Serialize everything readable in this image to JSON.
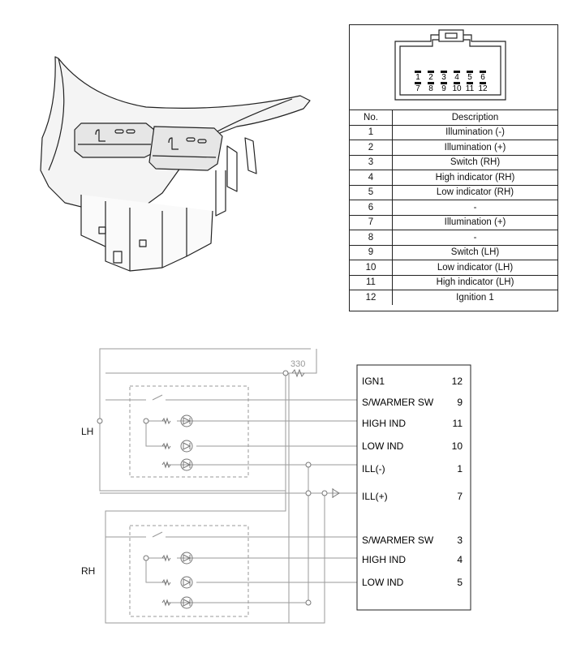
{
  "pin_table": {
    "header_no": "No.",
    "header_description": "Description",
    "rows": [
      {
        "no": "1",
        "description": "Illumination (-)"
      },
      {
        "no": "2",
        "description": "Illumination (+)"
      },
      {
        "no": "3",
        "description": "Switch (RH)"
      },
      {
        "no": "4",
        "description": "High indicator (RH)"
      },
      {
        "no": "5",
        "description": "Low indicator (RH)"
      },
      {
        "no": "6",
        "description": "-"
      },
      {
        "no": "7",
        "description": "Illumination (+)"
      },
      {
        "no": "8",
        "description": "-"
      },
      {
        "no": "9",
        "description": "Switch (LH)"
      },
      {
        "no": "10",
        "description": "Low indicator (LH)"
      },
      {
        "no": "11",
        "description": "High indicator (LH)"
      },
      {
        "no": "12",
        "description": "Ignition 1"
      }
    ]
  },
  "connector": {
    "top_row_pins": [
      "1",
      "2",
      "3",
      "4",
      "5",
      "6"
    ],
    "bottom_row_pins": [
      "7",
      "8",
      "9",
      "10",
      "11",
      "12"
    ]
  },
  "schematic": {
    "resistor_value": "330",
    "group_labels": {
      "lh": "LH",
      "rh": "RH"
    },
    "terminals": [
      {
        "name": "IGN1",
        "pin": "12"
      },
      {
        "name": "S/WARMER SW",
        "pin": "9"
      },
      {
        "name": "HIGH IND",
        "pin": "11"
      },
      {
        "name": "LOW IND",
        "pin": "10"
      },
      {
        "name": "ILL(-)",
        "pin": "1"
      },
      {
        "name": "ILL(+)",
        "pin": "7"
      },
      {
        "name": "S/WARMER SW",
        "pin": "3"
      },
      {
        "name": "HIGH IND",
        "pin": "4"
      },
      {
        "name": "LOW IND",
        "pin": "5"
      }
    ]
  }
}
